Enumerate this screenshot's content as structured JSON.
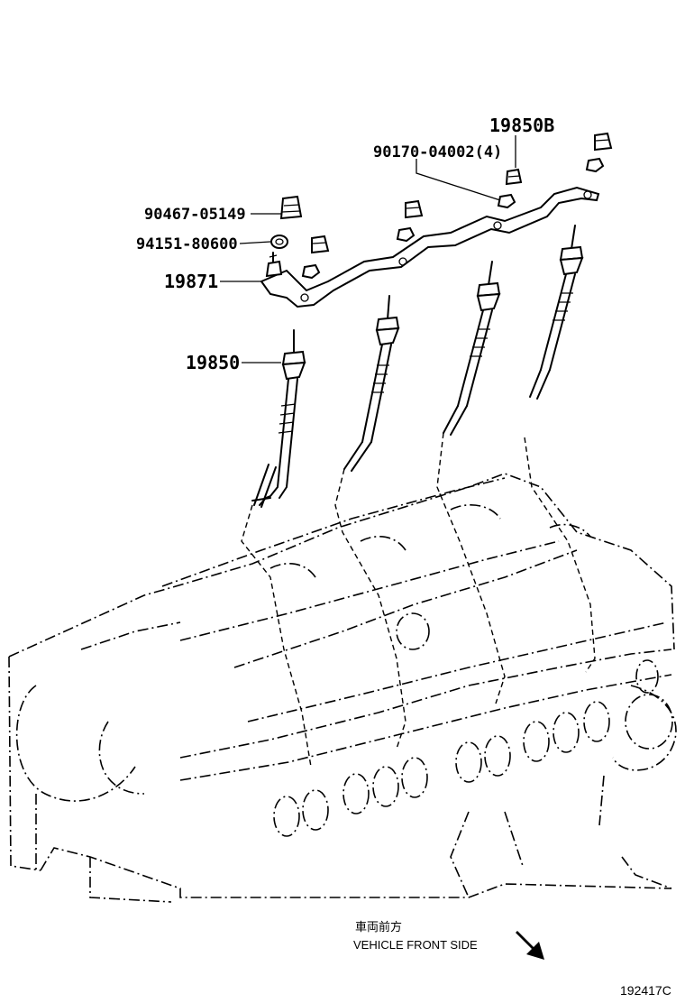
{
  "callouts": {
    "part_19850B": "19850B",
    "part_90170": "90170-04002(4)",
    "part_90467": "90467-05149",
    "part_94151": "94151-80600",
    "part_19871": "19871",
    "part_19850": "19850"
  },
  "direction_note": {
    "japanese": "車両前方",
    "english": "VEHICLE FRONT SIDE"
  },
  "figure_number": "192417C",
  "icons": {
    "direction_arrow": "arrow-down-right-icon"
  }
}
